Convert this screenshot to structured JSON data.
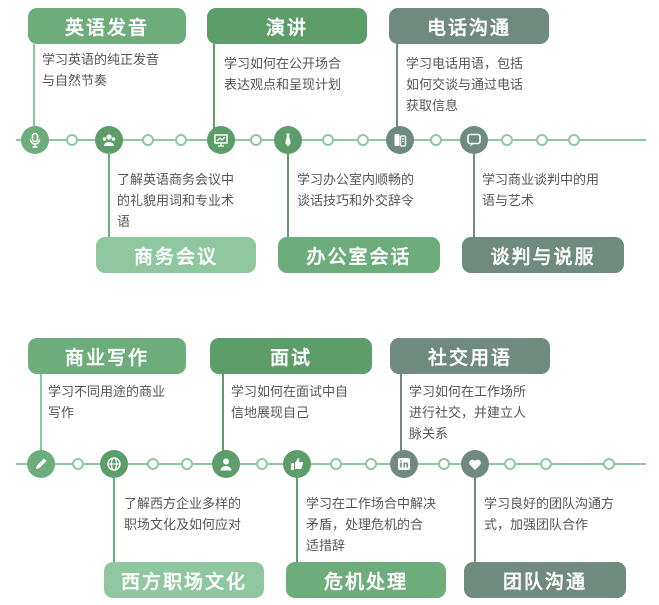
{
  "colors": {
    "green": "#5c9d69",
    "mint": "#8fc79e",
    "grey": "#6f8a7e",
    "line": "#8fc79e"
  },
  "row1": {
    "items": [
      {
        "title": "英语发音",
        "desc": [
          "学习英语的纯正发音",
          "与自然节奏"
        ],
        "icon": "microphone-icon"
      },
      {
        "title": "商务会议",
        "desc": [
          "了解英语商务会议中",
          "的礼貌用词和专业术",
          "语"
        ],
        "icon": "meeting-people-icon"
      },
      {
        "title": "演讲",
        "desc": [
          "学习如何在公开场合",
          "表达观点和呈现计划"
        ],
        "icon": "presentation-icon"
      },
      {
        "title": "办公室会话",
        "desc": [
          "学习办公室内顺畅的",
          "谈话技巧和外交辞令"
        ],
        "icon": "tie-icon"
      },
      {
        "title": "电话沟通",
        "desc": [
          "学习电话用语，包括",
          "如何交谈与通过电话",
          "获取信息"
        ],
        "icon": "phone-icon"
      },
      {
        "title": "谈判与说服",
        "desc": [
          "学习商业谈判中的用",
          "语与艺术"
        ],
        "icon": "chat-bubble-icon"
      }
    ]
  },
  "row2": {
    "items": [
      {
        "title": "商业写作",
        "desc": [
          "学习不同用途的商业",
          "写作"
        ],
        "icon": "pencil-icon"
      },
      {
        "title": "西方职场文化",
        "desc": [
          "了解西方企业多样的",
          "职场文化及如何应对"
        ],
        "icon": "globe-icon"
      },
      {
        "title": "面试",
        "desc": [
          "学习如何在面试中自",
          "信地展现自己"
        ],
        "icon": "interview-person-icon"
      },
      {
        "title": "危机处理",
        "desc": [
          "学习在工作场合中解决",
          "矛盾，处理危机的合",
          "适措辞"
        ],
        "icon": "thumbs-up-icon"
      },
      {
        "title": "社交用语",
        "desc": [
          "学习如何在工作场所",
          "进行社交，并建立人",
          "脉关系"
        ],
        "icon": "linkedin-icon"
      },
      {
        "title": "团队沟通",
        "desc": [
          "学习良好的团队沟通方",
          "式，加强团队合作"
        ],
        "icon": "heart-icon"
      }
    ]
  }
}
